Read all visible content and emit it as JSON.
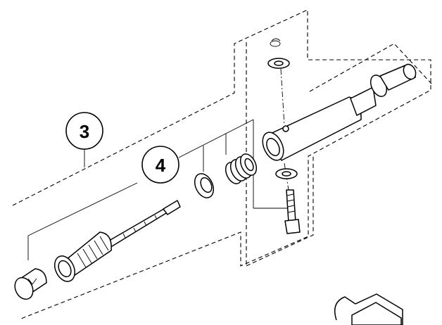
{
  "diagram": {
    "callouts": [
      {
        "id": "callout-3",
        "label": "3"
      },
      {
        "id": "callout-4",
        "label": "4"
      }
    ],
    "colors": {
      "line": "#000000",
      "background": "#ffffff"
    }
  }
}
